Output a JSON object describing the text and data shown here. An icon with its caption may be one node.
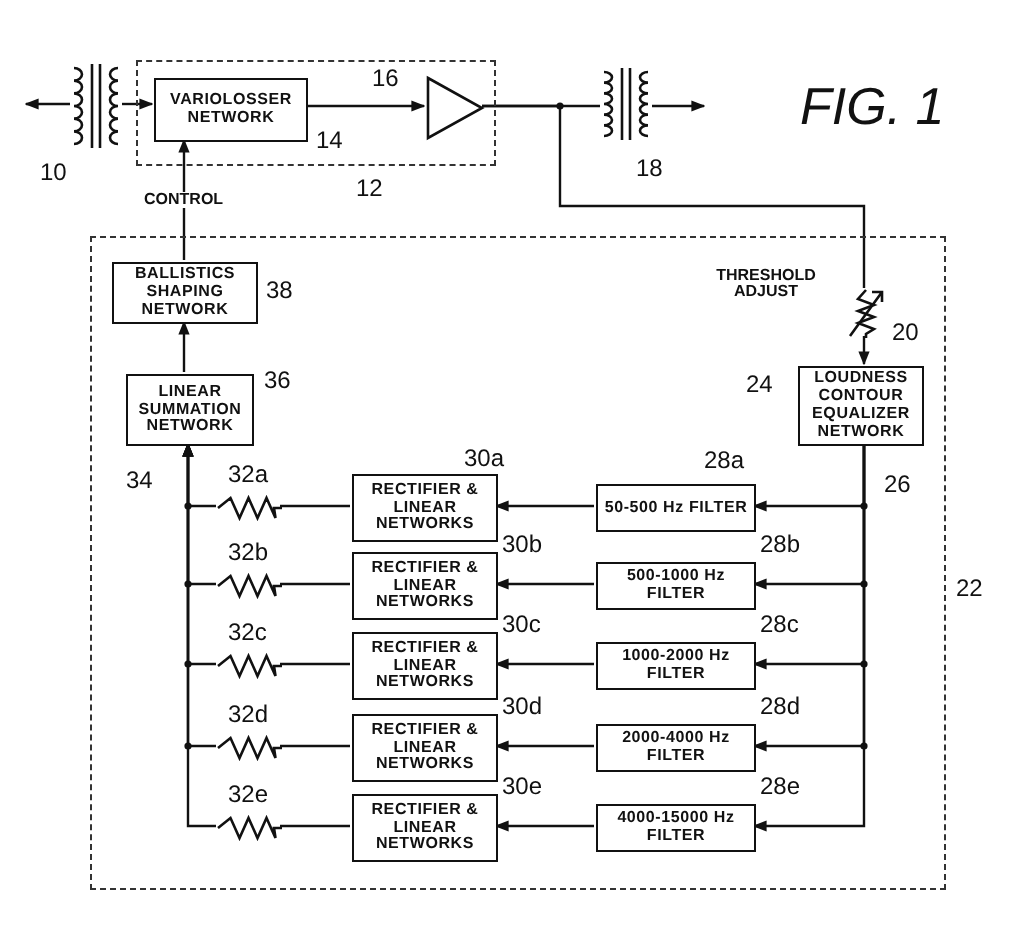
{
  "diagram": {
    "title": "FIG. 1",
    "nodes": [
      {
        "text": [],
        "shape": "transformer",
        "beside": [
          "10"
        ]
      },
      {
        "text": [],
        "shape": "box",
        "beside": [
          "12"
        ]
      },
      {
        "text": [
          "VARIOLOSSER NETWORK"
        ],
        "in": 1,
        "beside": [
          "14"
        ]
      },
      {
        "text": [],
        "shape": "triangle",
        "in": 1,
        "beside": [
          "16"
        ]
      },
      {
        "text": [],
        "shape": "transformer",
        "beside": [
          "18"
        ]
      },
      {
        "text": [],
        "shape": "box",
        "beside": [
          "22"
        ]
      },
      {
        "text": [
          "BALLISTICS SHAPING NETWORK"
        ],
        "in": 5,
        "beside": [
          "38"
        ]
      },
      {
        "text": [
          "LINEAR SUMMATION NETWORK"
        ],
        "in": 5,
        "beside": [
          "36"
        ]
      },
      {
        "text": [],
        "shape": "resistor",
        "in": 5,
        "beside": [
          "THRESHOLD ADJUST",
          "20"
        ]
      },
      {
        "text": [
          "LOUDNESS CONTOUR EQUALIZER NETWORK"
        ],
        "in": 5,
        "beside": [
          "24"
        ]
      },
      {
        "text": [
          "50-500 Hz FILTER"
        ],
        "in": 5,
        "beside": [
          "28a"
        ]
      },
      {
        "text": [
          "500-1000 Hz FILTER"
        ],
        "in": 5,
        "beside": [
          "28b"
        ]
      },
      {
        "text": [
          "1000-2000 Hz FILTER"
        ],
        "in": 5,
        "beside": [
          "28c"
        ]
      },
      {
        "text": [
          "2000-4000 Hz FILTER"
        ],
        "in": 5,
        "beside": [
          "28d"
        ]
      },
      {
        "text": [
          "4000-15000 Hz FILTER"
        ],
        "in": 5,
        "beside": [
          "28e"
        ]
      },
      {
        "text": [
          "RECTIFIER & LINEAR NETWORKS"
        ],
        "in": 5,
        "beside": [
          "30a"
        ]
      },
      {
        "text": [
          "RECTIFIER & LINEAR NETWORKS"
        ],
        "in": 5,
        "beside": [
          "30b"
        ]
      },
      {
        "text": [
          "RECTIFIER & LINEAR NETWORKS"
        ],
        "in": 5,
        "beside": [
          "30c"
        ]
      },
      {
        "text": [
          "RECTIFIER & LINEAR NETWORKS"
        ],
        "in": 5,
        "beside": [
          "30d"
        ]
      },
      {
        "text": [
          "RECTIFIER & LINEAR NETWORKS"
        ],
        "in": 5,
        "beside": [
          "30e"
        ]
      },
      {
        "text": [],
        "shape": "resistor",
        "in": 5,
        "beside": [
          "32a"
        ]
      },
      {
        "text": [],
        "shape": "resistor",
        "in": 5,
        "beside": [
          "32b"
        ]
      },
      {
        "text": [],
        "shape": "resistor",
        "in": 5,
        "beside": [
          "32c"
        ]
      },
      {
        "text": [],
        "shape": "resistor",
        "in": 5,
        "beside": [
          "32d"
        ]
      },
      {
        "text": [],
        "shape": "resistor",
        "in": 5,
        "beside": [
          "32e"
        ]
      }
    ],
    "edges": [
      {
        "from": 0,
        "to": null,
        "arrow": "to"
      },
      {
        "from": 0,
        "to": 2,
        "arrow": "to"
      },
      {
        "from": 2,
        "to": 3,
        "arrow": "to"
      },
      {
        "from": 3,
        "to": 4,
        "arrow": "none"
      },
      {
        "from": 4,
        "to": null,
        "arrow": "to"
      },
      {
        "from": 3,
        "to": 8,
        "arrow": "none"
      },
      {
        "from": 8,
        "to": 9,
        "arrow": "to"
      },
      {
        "from": 6,
        "to": 2,
        "arrow": "to",
        "label": "CONTROL"
      },
      {
        "from": 7,
        "to": 6,
        "arrow": "to"
      },
      {
        "from": 9,
        "to": 10,
        "arrow": "to"
      },
      {
        "from": 9,
        "to": 11,
        "arrow": "to"
      },
      {
        "from": 9,
        "to": 12,
        "arrow": "to"
      },
      {
        "from": 9,
        "to": 13,
        "arrow": "to"
      },
      {
        "from": 9,
        "to": 14,
        "arrow": "to"
      },
      {
        "from": 10,
        "to": 15,
        "arrow": "to"
      },
      {
        "from": 11,
        "to": 16,
        "arrow": "to"
      },
      {
        "from": 12,
        "to": 17,
        "arrow": "to"
      },
      {
        "from": 13,
        "to": 18,
        "arrow": "to"
      },
      {
        "from": 14,
        "to": 19,
        "arrow": "to"
      },
      {
        "from": 15,
        "to": 20,
        "arrow": "none"
      },
      {
        "from": 16,
        "to": 21,
        "arrow": "none"
      },
      {
        "from": 17,
        "to": 22,
        "arrow": "none"
      },
      {
        "from": 18,
        "to": 23,
        "arrow": "none"
      },
      {
        "from": 19,
        "to": 24,
        "arrow": "none"
      },
      {
        "from": 20,
        "to": 7,
        "arrow": "to"
      },
      {
        "from": 21,
        "to": 7,
        "arrow": "to"
      },
      {
        "from": 22,
        "to": 7,
        "arrow": "to"
      },
      {
        "from": 23,
        "to": 7,
        "arrow": "to"
      },
      {
        "from": 24,
        "to": 7,
        "arrow": "to"
      }
    ],
    "labels": [
      "34",
      "26"
    ]
  }
}
